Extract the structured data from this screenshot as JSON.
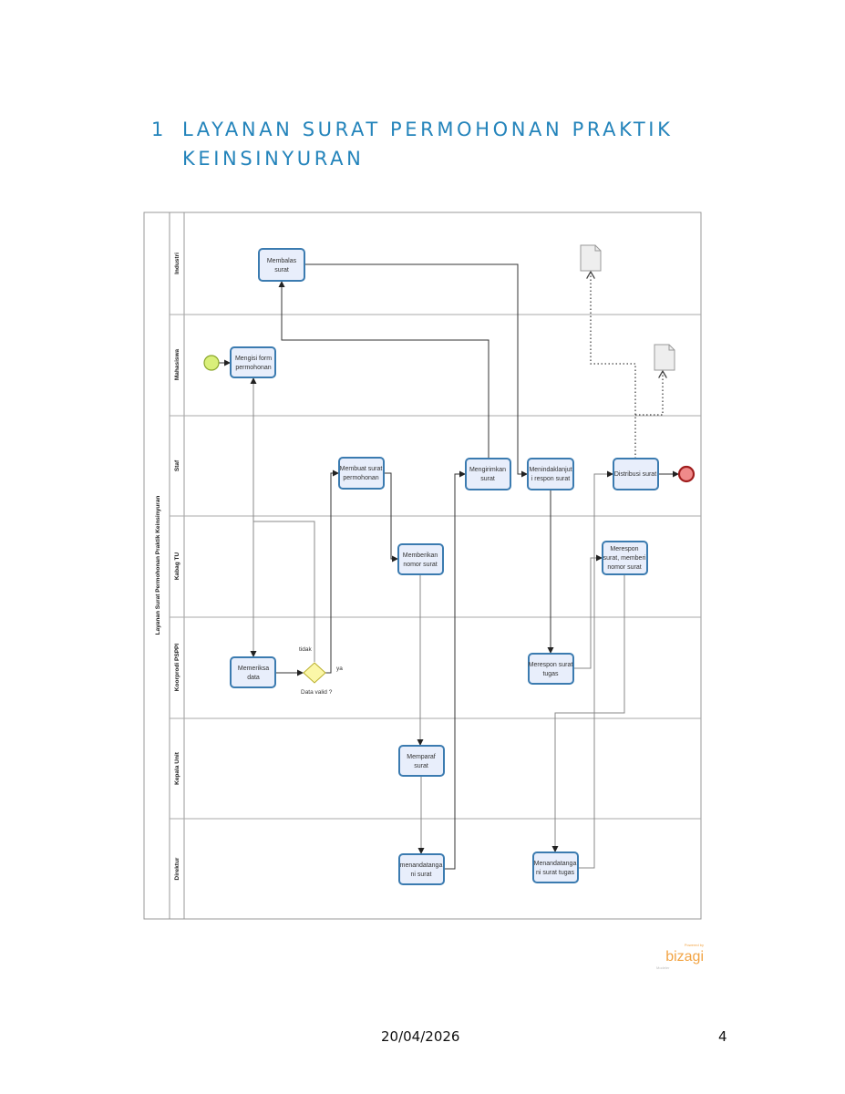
{
  "heading": {
    "number": "1",
    "title": "LAYANAN SURAT PERMOHONAN PRAKTIK KEINSINYURAN"
  },
  "diagram": {
    "pool_label": "Layanan Surat Permohonan Praktik Keinsinyuran",
    "lanes": [
      "Industri",
      "Mahasiswa",
      "Staf",
      "Kabag TU",
      "Koorprodi PSPPI",
      "Kepala Unit",
      "Direktur"
    ],
    "tasks": {
      "membalas": [
        "Membalas",
        "surat"
      ],
      "mengisi": [
        "Mengisi form",
        "permohonan"
      ],
      "membuat": [
        "Membuat surat",
        "permohonan"
      ],
      "mengirimkan": [
        "Mengirimkan",
        "surat"
      ],
      "menindaklanjuti": [
        "Menindaklanjut",
        "i respon surat"
      ],
      "distribusi": [
        "Distribusi surat"
      ],
      "memberikan": [
        "Memberikan",
        "nomor surat"
      ],
      "merespon_memberi": [
        "Merespon",
        "surat, memberi",
        "nomor surat"
      ],
      "memeriksa": [
        "Memeriksa",
        "data"
      ],
      "merespon_tugas": [
        "Merespon surat",
        "tugas"
      ],
      "memparaf": [
        "Memparaf",
        "surat"
      ],
      "menandatangani": [
        "menandatanga",
        "ni surat"
      ],
      "menandatangani_tugas": [
        "Menandatanga",
        "ni surat tugas"
      ]
    },
    "gateway": {
      "label": "Data valid ?",
      "no": "tidak",
      "yes": "ya"
    },
    "colors": {
      "task_fill": "#e8eefb",
      "task_stroke": "#3b7bb0",
      "start": "#d9ef7a",
      "end": "#f08a8a",
      "gateway": "#fbf7a8"
    }
  },
  "logo": {
    "powered": "Powered by",
    "brand": "bizagi",
    "product": "Modeler"
  },
  "footer": {
    "date": "20/04/2026",
    "page": "4"
  }
}
